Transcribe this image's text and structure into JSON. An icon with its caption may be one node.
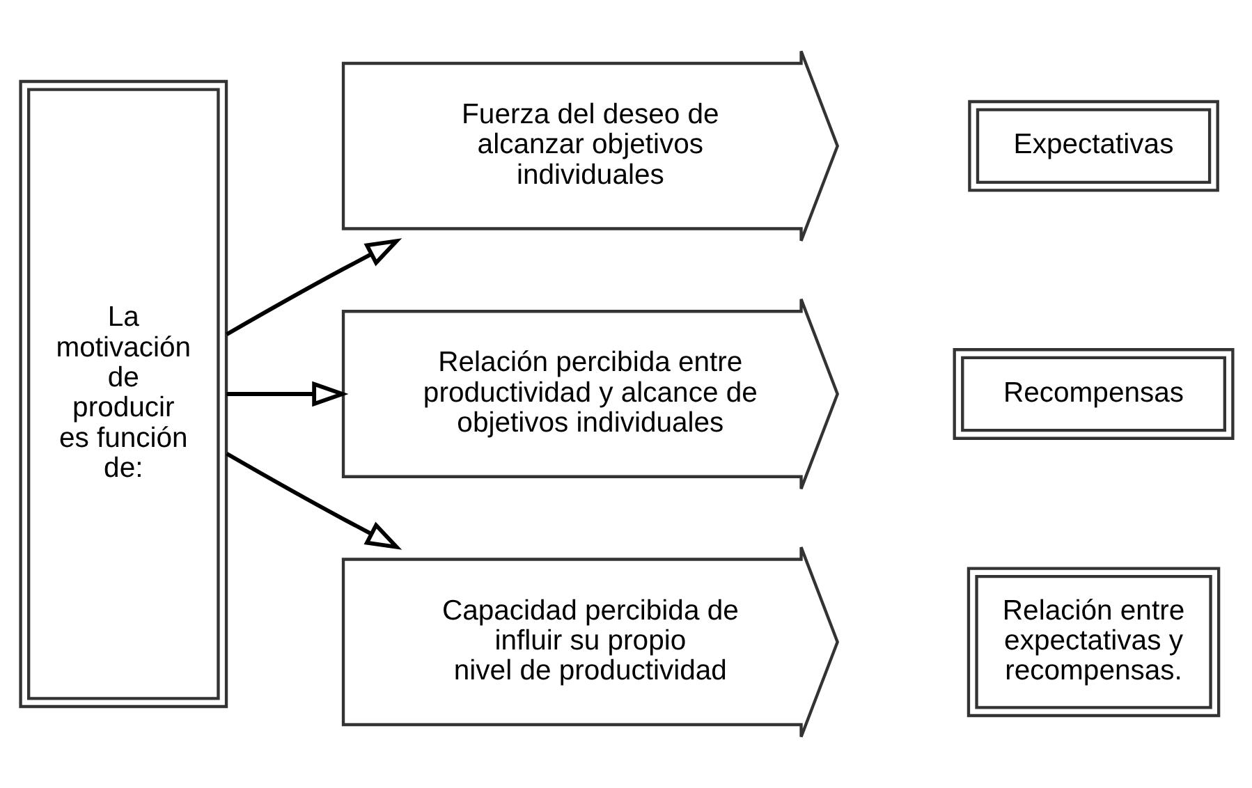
{
  "diagram": {
    "nodes": [
      {
        "text": [
          "La motivación de producir es función de:"
        ]
      },
      {
        "text": [
          "Fuerza del deseo de alcanzar objetivos individuales"
        ]
      },
      {
        "text": [
          "Expectativas"
        ]
      },
      {
        "text": [
          "Relación percibida entre productividad y alcance de objetivos individuales"
        ]
      },
      {
        "text": [
          "Recompensas"
        ]
      },
      {
        "text": [
          "Capacidad percibida de influir su propio nivel de productividad"
        ]
      },
      {
        "text": [
          "Relación entre expectativas y recompensas."
        ]
      }
    ],
    "edges": [
      {
        "from": 0,
        "to": 1,
        "arrow": "to"
      },
      {
        "from": 0,
        "to": 3,
        "arrow": "to"
      },
      {
        "from": 0,
        "to": 5,
        "arrow": "to"
      }
    ]
  }
}
